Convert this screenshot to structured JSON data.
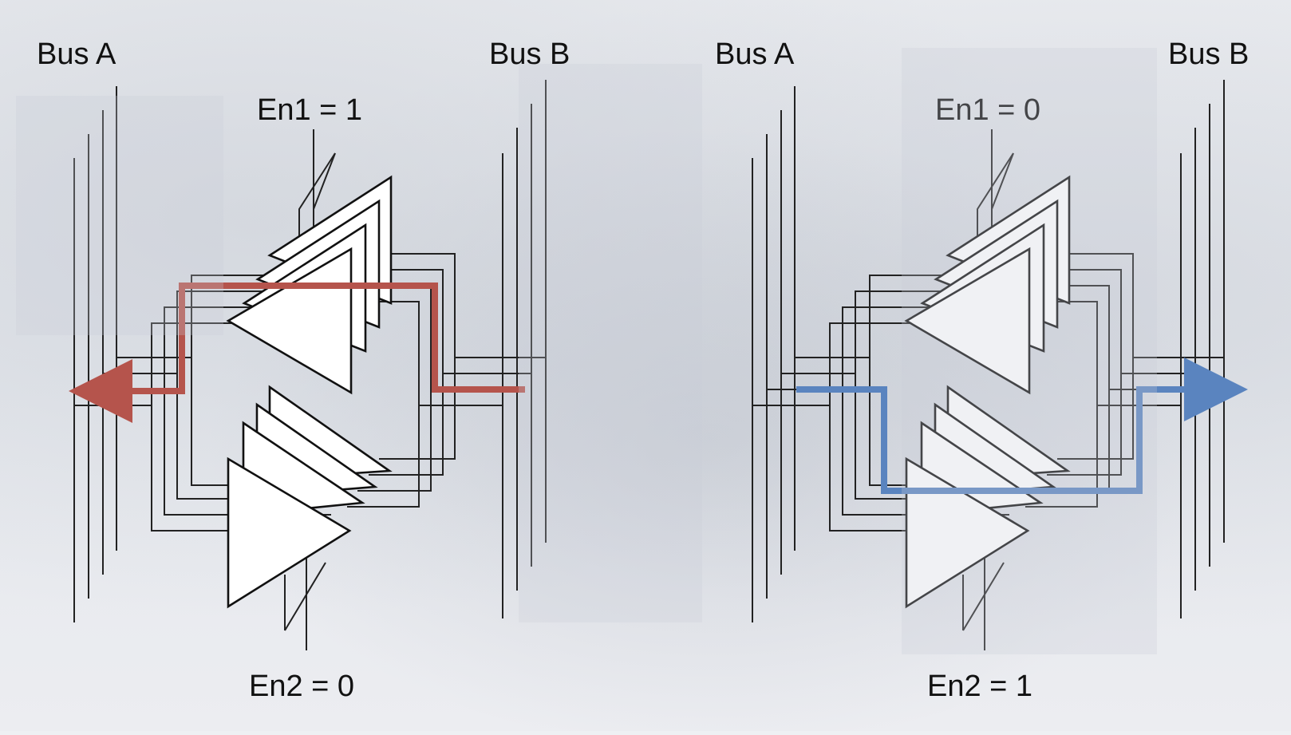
{
  "panels": [
    {
      "bus_a_label": "Bus A",
      "bus_b_label": "Bus B",
      "en1_label": "En1 = 1",
      "en2_label": "En2 = 0",
      "flow_color": "#b5544c",
      "flow_direction": "bus-b-to-bus-a"
    },
    {
      "bus_a_label": "Bus A",
      "bus_b_label": "Bus B",
      "en1_label": "En1 = 0",
      "en2_label": "En2 = 1",
      "flow_color": "#5a84bf",
      "flow_direction": "bus-a-to-bus-b"
    }
  ],
  "colors": {
    "wire": "#222222",
    "buffer_fill": "#ffffff"
  }
}
